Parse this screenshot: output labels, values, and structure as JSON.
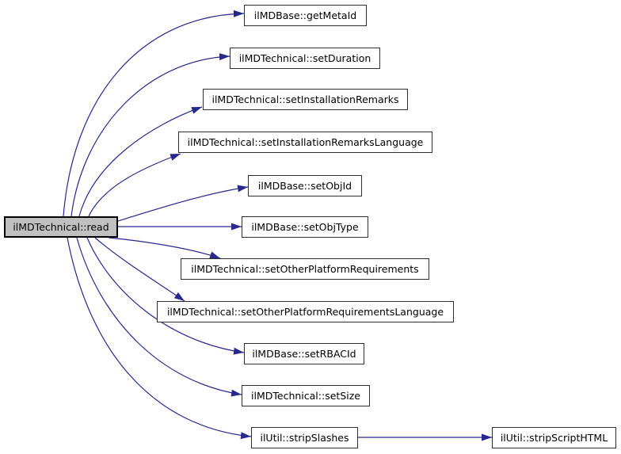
{
  "graph": {
    "type": "doxygen-call-graph",
    "edge_color": "#28288d",
    "highlight_fill": "#c0c0c0",
    "node_fill": "#ffffff",
    "nodes": {
      "read": "ilMDTechnical::read",
      "get_meta_id": "ilMDBase::getMetaId",
      "set_duration": "ilMDTechnical::setDuration",
      "set_installation_remarks": "ilMDTechnical::setInstallationRemarks",
      "set_installation_remarks_language": "ilMDTechnical::setInstallationRemarksLanguage",
      "set_obj_id": "ilMDBase::setObjId",
      "set_obj_type": "ilMDBase::setObjType",
      "set_other_platform_requirements": "ilMDTechnical::setOtherPlatformRequirements",
      "set_other_platform_requirements_language": "ilMDTechnical::setOtherPlatformRequirementsLanguage",
      "set_rbac_id": "ilMDBase::setRBACId",
      "set_size": "ilMDTechnical::setSize",
      "strip_slashes": "ilUtil::stripSlashes",
      "strip_script_html": "ilUtil::stripScriptHTML"
    },
    "edges": [
      {
        "from": "ilMDTechnical::read",
        "to": "ilMDBase::getMetaId"
      },
      {
        "from": "ilMDTechnical::read",
        "to": "ilMDTechnical::setDuration"
      },
      {
        "from": "ilMDTechnical::read",
        "to": "ilMDTechnical::setInstallationRemarks"
      },
      {
        "from": "ilMDTechnical::read",
        "to": "ilMDTechnical::setInstallationRemarksLanguage"
      },
      {
        "from": "ilMDTechnical::read",
        "to": "ilMDBase::setObjId"
      },
      {
        "from": "ilMDTechnical::read",
        "to": "ilMDBase::setObjType"
      },
      {
        "from": "ilMDTechnical::read",
        "to": "ilMDTechnical::setOtherPlatformRequirements"
      },
      {
        "from": "ilMDTechnical::read",
        "to": "ilMDTechnical::setOtherPlatformRequirementsLanguage"
      },
      {
        "from": "ilMDTechnical::read",
        "to": "ilMDBase::setRBACId"
      },
      {
        "from": "ilMDTechnical::read",
        "to": "ilMDTechnical::setSize"
      },
      {
        "from": "ilMDTechnical::read",
        "to": "ilUtil::stripSlashes"
      },
      {
        "from": "ilUtil::stripSlashes",
        "to": "ilUtil::stripScriptHTML"
      }
    ]
  }
}
